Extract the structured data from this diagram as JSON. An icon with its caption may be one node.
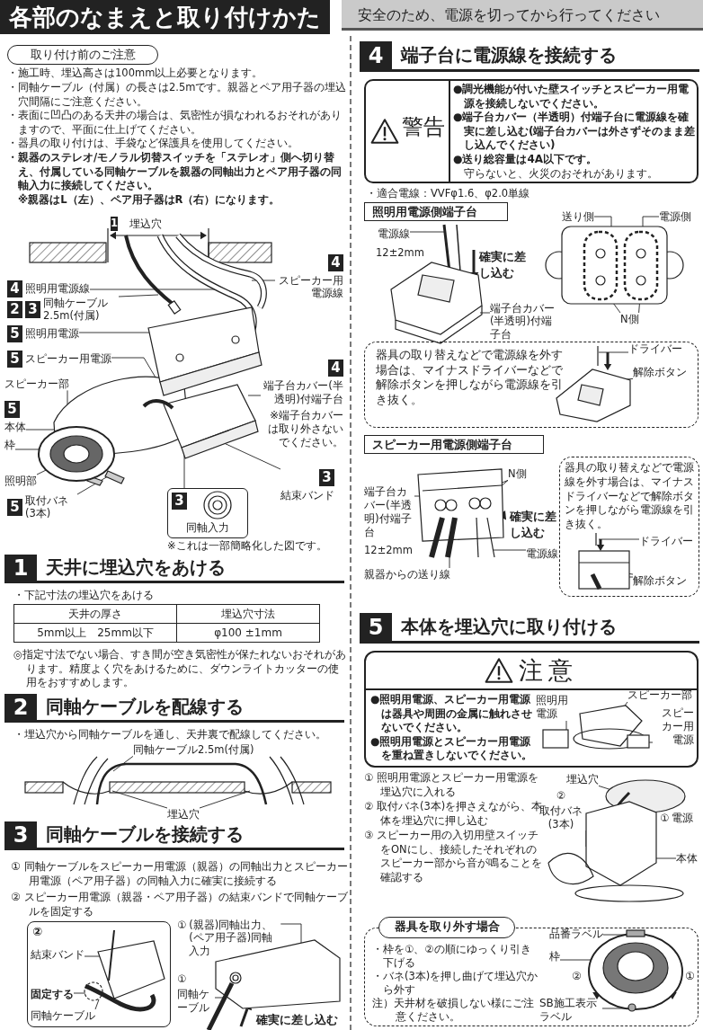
{
  "diagram": {
    "title": "各部のなまえと取り付けかた",
    "nodes": [
      {
        "text": [
          "取り付け前のご注意"
        ]
      },
      {
        "text": [
          "4",
          "照明用電源線"
        ]
      },
      {
        "text": [
          "4",
          "スピーカー用電源線"
        ]
      },
      {
        "text": [
          "2",
          "3",
          "同軸ケーブル2.5m(付属)"
        ]
      },
      {
        "text": [
          "5",
          "照明用電源"
        ]
      },
      {
        "text": [
          "5",
          "スピーカー用電源"
        ]
      },
      {
        "text": [
          "スピーカー部"
        ]
      },
      {
        "text": [
          "5",
          "本体"
        ]
      },
      {
        "text": [
          "枠"
        ]
      },
      {
        "text": [
          "照明部"
        ]
      },
      {
        "text": [
          "5",
          "取付バネ(3本)"
        ]
      },
      {
        "text": [
          "4",
          "端子台カバー(半透明)付端子台",
          "※端子台カバーは取り外さないでください。"
        ]
      },
      {
        "text": [
          "3",
          "結束バンド"
        ]
      },
      {
        "text": [
          "3",
          "同軸入力"
        ]
      },
      {
        "text": [
          "1",
          "天井に埋込穴をあける"
        ]
      },
      {
        "text": [
          "2",
          "同軸ケーブルを配線する"
        ]
      },
      {
        "text": [
          "同軸ケーブル2.5m(付属)"
        ]
      },
      {
        "text": [
          "埋込穴"
        ]
      },
      {
        "text": [
          "3",
          "同軸ケーブルを接続する"
        ]
      },
      {
        "text": [
          "②"
        ]
      },
      {
        "text": [
          "結束バンド"
        ],
        "in": 19
      },
      {
        "text": [
          "固定する"
        ],
        "in": 19
      },
      {
        "text": [
          "同軸ケーブル"
        ],
        "in": 19
      },
      {
        "text": [
          "①",
          "(親器)同軸出力、(ペア用子器)同軸入力"
        ]
      },
      {
        "text": [
          "①",
          "同軸ケーブル"
        ]
      },
      {
        "text": [
          "4",
          "端子台に電源線を接続する"
        ]
      },
      {
        "text": [
          "警告",
          "●調光機能が付いた壁スイッチとスピーカー用電源を接続しないでください。",
          "●端子台カバー（半透明）付端子台に電源線を確実に差し込む(端子台カバーは外さずそのまま差し込んでください)",
          "●送り総容量は4A以下です。",
          "守らないと、火災のおそれがあります。"
        ]
      },
      {
        "text": [
          "照明用電源側端子台"
        ]
      },
      {
        "text": [
          "電源線"
        ]
      },
      {
        "text": [
          "端子台カバー(半透明)付端子台"
        ]
      },
      {
        "text": [
          "送り側"
        ]
      },
      {
        "text": [
          "電源側"
        ]
      },
      {
        "text": [
          "N側"
        ]
      },
      {
        "text": [
          "器具の取り替えなどで電源線を外す場合は、マイナスドライバーなどで解除ボタンを押しながら電源線を引き抜く。"
        ]
      },
      {
        "text": [
          "ドライバー"
        ],
        "in": 33
      },
      {
        "text": [
          "解除ボタン"
        ],
        "in": 33
      },
      {
        "text": [
          "スピーカー用電源側端子台"
        ]
      },
      {
        "text": [
          "N側"
        ]
      },
      {
        "text": [
          "端子台カバー(半透明)付端子台"
        ]
      },
      {
        "text": [
          "電源線"
        ]
      },
      {
        "text": [
          "親器からの送り線"
        ]
      },
      {
        "text": [
          "器具の取り替えなどで電源線を外す場合は、マイナスドライバーなどで解除ボタンを押しながら電源線を引き抜く。"
        ]
      },
      {
        "text": [
          "ドライバー"
        ],
        "in": 41
      },
      {
        "text": [
          "解除ボタン"
        ],
        "in": 41
      },
      {
        "text": [
          "5",
          "本体を埋込穴に取り付ける"
        ]
      },
      {
        "text": [
          "注意",
          "●照明用電源、スピーカー用電源は器具や周囲の金属に触れさせないでください。",
          "●照明用電源とスピーカー用電源を重ね置きしないでください。"
        ]
      },
      {
        "text": [
          "照明用電源"
        ],
        "in": 45
      },
      {
        "text": [
          "スピーカー部"
        ],
        "in": 45
      },
      {
        "text": [
          "スピーカー用電源"
        ],
        "in": 45
      },
      {
        "text": [
          "埋込穴"
        ]
      },
      {
        "text": [
          "②",
          "取付バネ(3本)"
        ]
      },
      {
        "text": [
          "①",
          "電源"
        ]
      },
      {
        "text": [
          "本体"
        ]
      },
      {
        "text": [
          "・枠を①、②の順にゆっくり引き下げる",
          "・バネ(3本)を押し曲げて埋込穴から外す",
          "注）天井材を破損しない様にご注意ください。"
        ]
      },
      {
        "text": [
          "品番ラベル"
        ],
        "in": 53
      },
      {
        "text": [
          "枠"
        ],
        "in": 53
      },
      {
        "text": [
          "SB施工表示ラベル"
        ],
        "in": 53
      },
      {
        "text": [],
        "shape": "picture"
      },
      {
        "text": [],
        "shape": "picture"
      },
      {
        "text": [],
        "shape": "picture",
        "in": 19
      },
      {
        "text": [],
        "shape": "picture"
      },
      {
        "text": [],
        "shape": "picture"
      },
      {
        "text": [],
        "shape": "picture"
      },
      {
        "text": [],
        "shape": "picture",
        "in": 33
      },
      {
        "text": [],
        "shape": "picture"
      },
      {
        "text": [],
        "shape": "picture",
        "in": 41
      },
      {
        "text": [],
        "shape": "picture",
        "in": 45
      },
      {
        "text": [],
        "shape": "picture"
      },
      {
        "text": [],
        "shape": "picture",
        "in": 53
      },
      {
        "text": [
          "器具を取り外す場合"
        ]
      }
    ],
    "edges": [
      {
        "from": 1,
        "to": 57,
        "arrow": "none"
      },
      {
        "from": 2,
        "to": 57,
        "arrow": "none"
      },
      {
        "from": 3,
        "to": 57,
        "arrow": "none"
      },
      {
        "from": 4,
        "to": 57,
        "arrow": "none"
      },
      {
        "from": 5,
        "to": 57,
        "arrow": "none"
      },
      {
        "from": 6,
        "to": 57,
        "arrow": "none"
      },
      {
        "from": 7,
        "to": 57,
        "arrow": "none"
      },
      {
        "from": 8,
        "to": 57,
        "arrow": "none"
      },
      {
        "from": 9,
        "to": 57,
        "arrow": "none"
      },
      {
        "from": 10,
        "to": 57,
        "arrow": "none"
      },
      {
        "from": 11,
        "to": 57,
        "arrow": "none"
      },
      {
        "from": 12,
        "to": 57,
        "arrow": "none"
      },
      {
        "from": 13,
        "to": 57,
        "arrow": "none"
      },
      {
        "from": 16,
        "to": 58,
        "arrow": "none"
      },
      {
        "from": 17,
        "to": 58,
        "arrow": "none"
      },
      {
        "from": 17,
        "to": 58,
        "arrow": "none"
      },
      {
        "from": 20,
        "to": 59,
        "arrow": "none"
      },
      {
        "from": 21,
        "to": 59,
        "arrow": "none"
      },
      {
        "from": 22,
        "to": 59,
        "arrow": "none"
      },
      {
        "from": 23,
        "to": 60,
        "arrow": "none"
      },
      {
        "from": 24,
        "to": 60,
        "arrow": "none"
      },
      {
        "from": 28,
        "to": 61,
        "arrow": "none"
      },
      {
        "from": 29,
        "to": 61,
        "arrow": "none"
      },
      {
        "from": 30,
        "to": 62,
        "arrow": "none"
      },
      {
        "from": 31,
        "to": 62,
        "arrow": "none"
      },
      {
        "from": 32,
        "to": 62,
        "arrow": "none"
      },
      {
        "from": 32,
        "to": 62,
        "arrow": "none"
      },
      {
        "from": 34,
        "to": 63,
        "arrow": "none"
      },
      {
        "from": 35,
        "to": 63,
        "arrow": "none"
      },
      {
        "from": 37,
        "to": 64,
        "arrow": "none"
      },
      {
        "from": 37,
        "to": 64,
        "arrow": "none"
      },
      {
        "from": 38,
        "to": 64,
        "arrow": "none"
      },
      {
        "from": 39,
        "to": 64,
        "arrow": "none"
      },
      {
        "from": 40,
        "to": 64,
        "arrow": "none"
      },
      {
        "from": 42,
        "to": 65,
        "arrow": "none"
      },
      {
        "from": 43,
        "to": 65,
        "arrow": "none"
      },
      {
        "from": 43,
        "to": 65,
        "arrow": "none"
      },
      {
        "from": 46,
        "to": 66,
        "arrow": "none"
      },
      {
        "from": 47,
        "to": 66,
        "arrow": "none"
      },
      {
        "from": 48,
        "to": 66,
        "arrow": "none"
      },
      {
        "from": 49,
        "to": 67,
        "arrow": "none"
      },
      {
        "from": 50,
        "to": 67,
        "arrow": "none"
      },
      {
        "from": 51,
        "to": 67,
        "arrow": "none"
      },
      {
        "from": 52,
        "to": 67,
        "arrow": "none"
      },
      {
        "from": 54,
        "to": 68,
        "arrow": "none"
      },
      {
        "from": 55,
        "to": 68,
        "arrow": "none"
      },
      {
        "from": 56,
        "to": 68,
        "arrow": "none"
      }
    ],
    "labels": [
      "安全のため、電源を切ってから行ってください",
      "・施工時、埋込高さは100mm以上必要となります。",
      "・同軸ケーブル（付属）の長さは2.5mです。親器とペア用子器の埋込穴間隔にご注意ください。",
      "・表面に凹凸のある天井の場合は、気密性が損なわれるおそれがありますので、平面に仕上げてください。",
      "・器具の取り付けは、手袋など保護具を使用してください。",
      "・親器のステレオ/モノラル切替スイッチを「ステレオ」側へ切り替え、付属している同軸ケーブルを親器の同軸出力とペア用子器の同軸入力に接続してください。",
      "※親器はL（左）、ペア用子器はR（右）になります。",
      "1",
      "埋込穴",
      "※これは一部簡略化した図です。",
      "・下記寸法の埋込穴をあける",
      "天井の厚さ",
      "埋込穴寸法",
      "5mm以上　25mm以下",
      "φ100 ±1mm",
      "◎指定寸法でない場合、すき間が空き気密性が保たれないおそれがあります。精度よく穴をあけるために、ダウンライトカッターの使用をおすすめします。",
      "・埋込穴から同軸ケーブルを通し、天井裏で配線してください。",
      "① 同軸ケーブルをスピーカー用電源（親器）の同軸出力とスピーカー用電源（ペア用子器）の同軸入力に確実に接続する",
      "② スピーカー用電源（親器・ペア用子器）の結束バンドで同軸ケーブルを固定する",
      "確実に差し込む",
      "・適合電線：VVFφ1.6、φ2.0単線",
      "12±2mm",
      "確実に差し込む",
      "確実に差し込む",
      "12±2mm",
      "① 照明用電源とスピーカー用電源を埋込穴に入れる",
      "② 取付バネ(3本)を押さえながら、本体を埋込穴に押し込む",
      "③ スピーカー用の入切用壁スイッチをONにし、接続したそれぞれのスピーカー部から音が鳴ることを確認する",
      "②",
      "①"
    ]
  }
}
